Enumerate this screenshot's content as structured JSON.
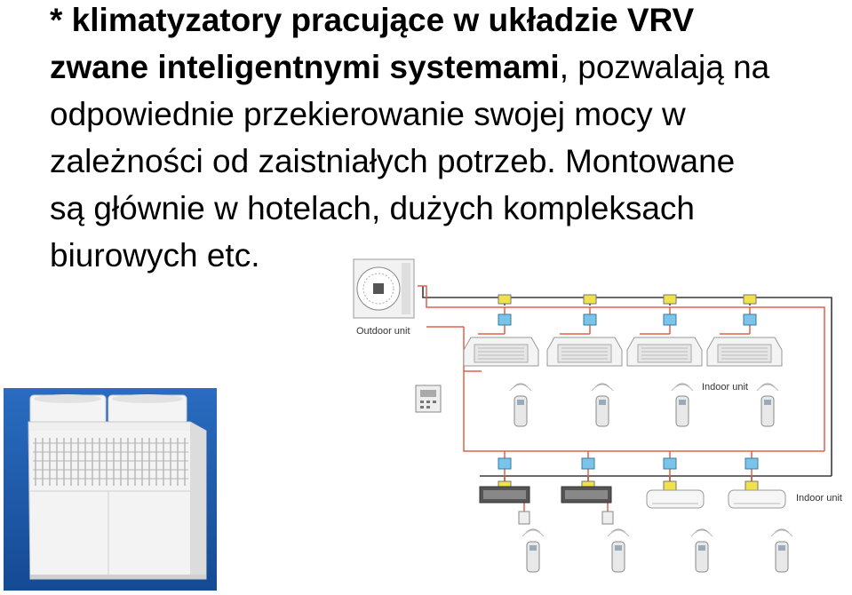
{
  "paragraph": {
    "lines": [
      {
        "bold": "* klimatyzatory pracujące w układzie VRV",
        "normal": ""
      },
      {
        "bold": "zwane inteligentnymi systemami",
        "normal": ", pozwalają na"
      },
      {
        "bold": "",
        "normal": "odpowiednie przekierowanie swojej mocy w"
      },
      {
        "bold": "",
        "normal": "zależności od zaistniałych potrzeb. Montowane"
      },
      {
        "bold": "",
        "normal": "są głównie w hotelach, dużych kompleksach"
      },
      {
        "bold": "",
        "normal": "biurowych etc."
      }
    ]
  },
  "diagram": {
    "outdoor_label": "Outdoor unit",
    "indoor_label_1": "Indoor unit",
    "indoor_label_2": "Indoor unit",
    "colors": {
      "pipe_red": "#e0604a",
      "pipe_dark": "#3a3a3a",
      "yellow": "#f2e24a",
      "blue": "#79c4e8"
    }
  },
  "photo": {
    "colors": {
      "background": "#1c5aa8",
      "unit_body": "#efefef"
    }
  }
}
